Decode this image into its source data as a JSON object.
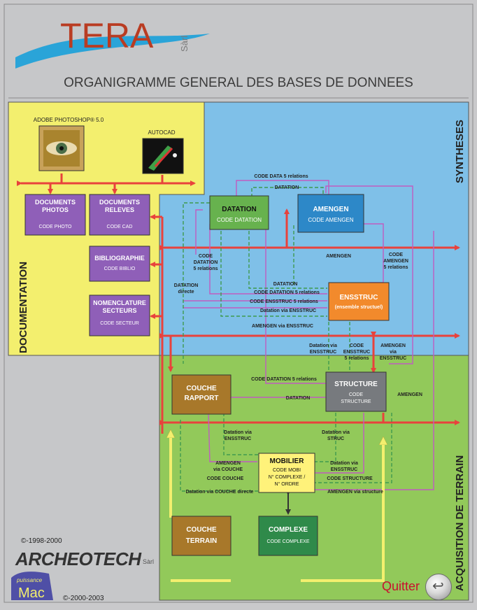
{
  "logo": {
    "name": "TERA",
    "suffix": "Sàrl"
  },
  "title": "ORGANIGRAMME GENERAL DES BASES DE DONNEES",
  "zones": {
    "documentation": "DOCUMENTATION",
    "syntheses": "SYNTHESES",
    "acquisition": "ACQUISITION DE TERRAIN"
  },
  "apps": {
    "photoshop": "ADOBE PHOTOSHOP® 5.0",
    "autocad": "AUTOCAD"
  },
  "boxes": {
    "documents_photos": {
      "title1": "DOCUMENTS",
      "title2": "PHOTOS",
      "code": "CODE PHOTO"
    },
    "documents_releves": {
      "title1": "DOCUMENTS",
      "title2": "RELEVES",
      "code": "CODE CAD"
    },
    "bibliographie": {
      "title": "BIBLIOGRAPHIE",
      "code": "CODE BIBLIO"
    },
    "nomenclature": {
      "title1": "NOMENCLATURE",
      "title2": "SECTEURS",
      "code": "CODE SECTEUR"
    },
    "datation": {
      "title": "DATATION",
      "code": "CODE DATATION"
    },
    "amengen": {
      "title": "AMENGEN",
      "code": "CODE AMENGEN"
    },
    "ensstruc": {
      "title": "ENSSTRUC",
      "sub": "(ensemble structuel)"
    },
    "couche_rapport": {
      "title1": "COUCHE",
      "title2": "RAPPORT"
    },
    "structure": {
      "title": "STRUCTURE",
      "code1": "CODE",
      "code2": "STRUCTURE"
    },
    "mobilier": {
      "title": "MOBILIER",
      "code1": "CODE MOBI",
      "code2": "N° COMPLEXE /",
      "code3": "N° ORDRE"
    },
    "couche_terrain": {
      "title1": "COUCHE",
      "title2": "TERRAIN"
    },
    "complexe": {
      "title": "COMPLEXE",
      "code": "CODE COMPLEXE"
    }
  },
  "links": {
    "code_data_5": "CODE DATA 5 relations",
    "datation_top": "DATATION",
    "code_datation_5_left1": "CODE",
    "code_datation_5_left2": "DATATION",
    "code_datation_5_left3": "5 relations",
    "datation_directe1": "DATATION",
    "datation_directe2": "directe",
    "amengen_mid": "AMENGEN",
    "code_amengen_5_1": "CODE",
    "code_amengen_5_2": "AMENGEN",
    "code_amengen_5_3": "5 relations",
    "datation_mid": "DATATION",
    "code_datation_5_mid": "CODE DATATION 5 relations",
    "code_ensstruc_5": "CODE ENSSTRUC 5 relations",
    "datation_via_ensstruc": "Datation via ENSSTRUC",
    "amengen_via_ensstruc": "AMENGEN via ENSSTRUC",
    "datation_via_ensstruc_b1": "Datation via",
    "datation_via_ensstruc_b2": "ENSSTRUC",
    "code_ensstruc_b1": "CODE",
    "code_ensstruc_b2": "ENSSTRUC",
    "code_ensstruc_b3": "5 relations",
    "amengen_via_ensstruc_b1": "AMENGEN",
    "amengen_via_ensstruc_b2": "via",
    "amengen_via_ensstruc_b3": "ENSSTRUC",
    "code_datation_5_low": "CODE DATATION 5 relations",
    "datation_low": "DATATION",
    "amengen_low": "AMENGEN",
    "datation_via_ensstruc_c1": "Datation via",
    "datation_via_ensstruc_c2": "ENSSTRUC",
    "datation_via_struc1": "Datation via",
    "datation_via_struc2": "STRUC",
    "amengen_via_couche1": "AMENGEN",
    "amengen_via_couche2": "via COUCHE",
    "code_couche": "CODE COUCHE",
    "datation_via_couche": "Datation via COUCHE directe",
    "datation_via_ensstruc_d1": "Datation via",
    "datation_via_ensstruc_d2": "ENSSTRUC",
    "code_structure": "CODE STRUCTURE",
    "amengen_via_structure": "AMENGEN via structure"
  },
  "footer": {
    "copyright1": "©-1998-2000",
    "archeotech": "ARCHEOTECH",
    "sarl": "Sàrl",
    "puissance": "puissance",
    "mac": "Mac",
    "copyright2": "©-2000-2003",
    "quit": "Quitter"
  },
  "colors": {
    "documentation_zone": "#f3ef6e",
    "syntheses_zone": "#7fc0e8",
    "acquisition_zone": "#92c95a",
    "box_purple": "#8f5fb8",
    "box_green": "#67b24e",
    "box_blue": "#2d88c8",
    "box_orange": "#f28a2c",
    "box_brown": "#a8782a",
    "box_grey": "#777a7e",
    "box_yellow": "#fff27a",
    "box_darkgreen": "#2f8a4a",
    "arrow_red": "#e8423c",
    "link_magenta": "#c05cc0",
    "link_green_dashed": "#3f9a4e",
    "arrow_yellow": "#f3ef6e"
  }
}
